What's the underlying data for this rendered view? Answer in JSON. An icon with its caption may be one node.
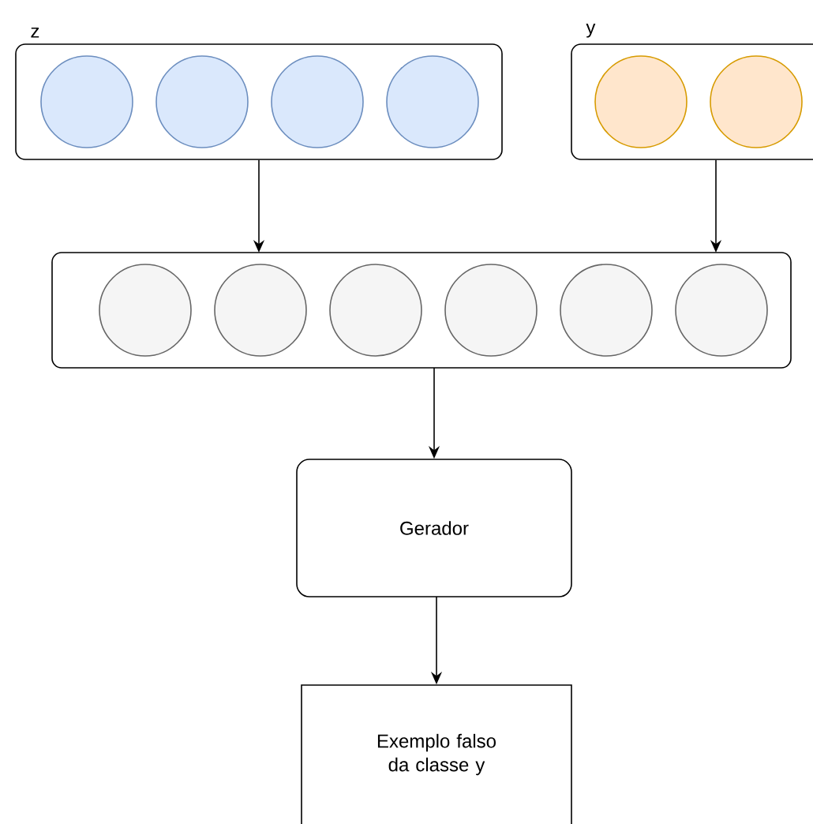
{
  "diagram": {
    "nodes": [
      {
        "text": [
          "z"
        ]
      },
      {
        "text": [],
        "shape": "circle",
        "in": 0
      },
      {
        "text": [],
        "shape": "circle",
        "in": 0
      },
      {
        "text": [],
        "shape": "circle",
        "in": 0
      },
      {
        "text": [],
        "shape": "circle",
        "in": 0
      },
      {
        "text": [
          "y"
        ]
      },
      {
        "text": [],
        "shape": "circle",
        "in": 5
      },
      {
        "text": [],
        "shape": "circle",
        "in": 5
      },
      {
        "text": [],
        "shape": "box"
      },
      {
        "text": [],
        "shape": "circle",
        "in": 8
      },
      {
        "text": [],
        "shape": "circle",
        "in": 8
      },
      {
        "text": [],
        "shape": "circle",
        "in": 8
      },
      {
        "text": [],
        "shape": "circle",
        "in": 8
      },
      {
        "text": [],
        "shape": "circle",
        "in": 8
      },
      {
        "text": [],
        "shape": "circle",
        "in": 8
      },
      {
        "text": [
          "Gerador"
        ]
      },
      {
        "text": [
          "Exemplo falso da classe y"
        ]
      }
    ],
    "edges": [
      {
        "from": 0,
        "to": 8,
        "arrow": "to"
      },
      {
        "from": 5,
        "to": 8,
        "arrow": "to"
      },
      {
        "from": 8,
        "to": 15,
        "arrow": "to"
      },
      {
        "from": 15,
        "to": 16,
        "arrow": "to"
      }
    ]
  }
}
